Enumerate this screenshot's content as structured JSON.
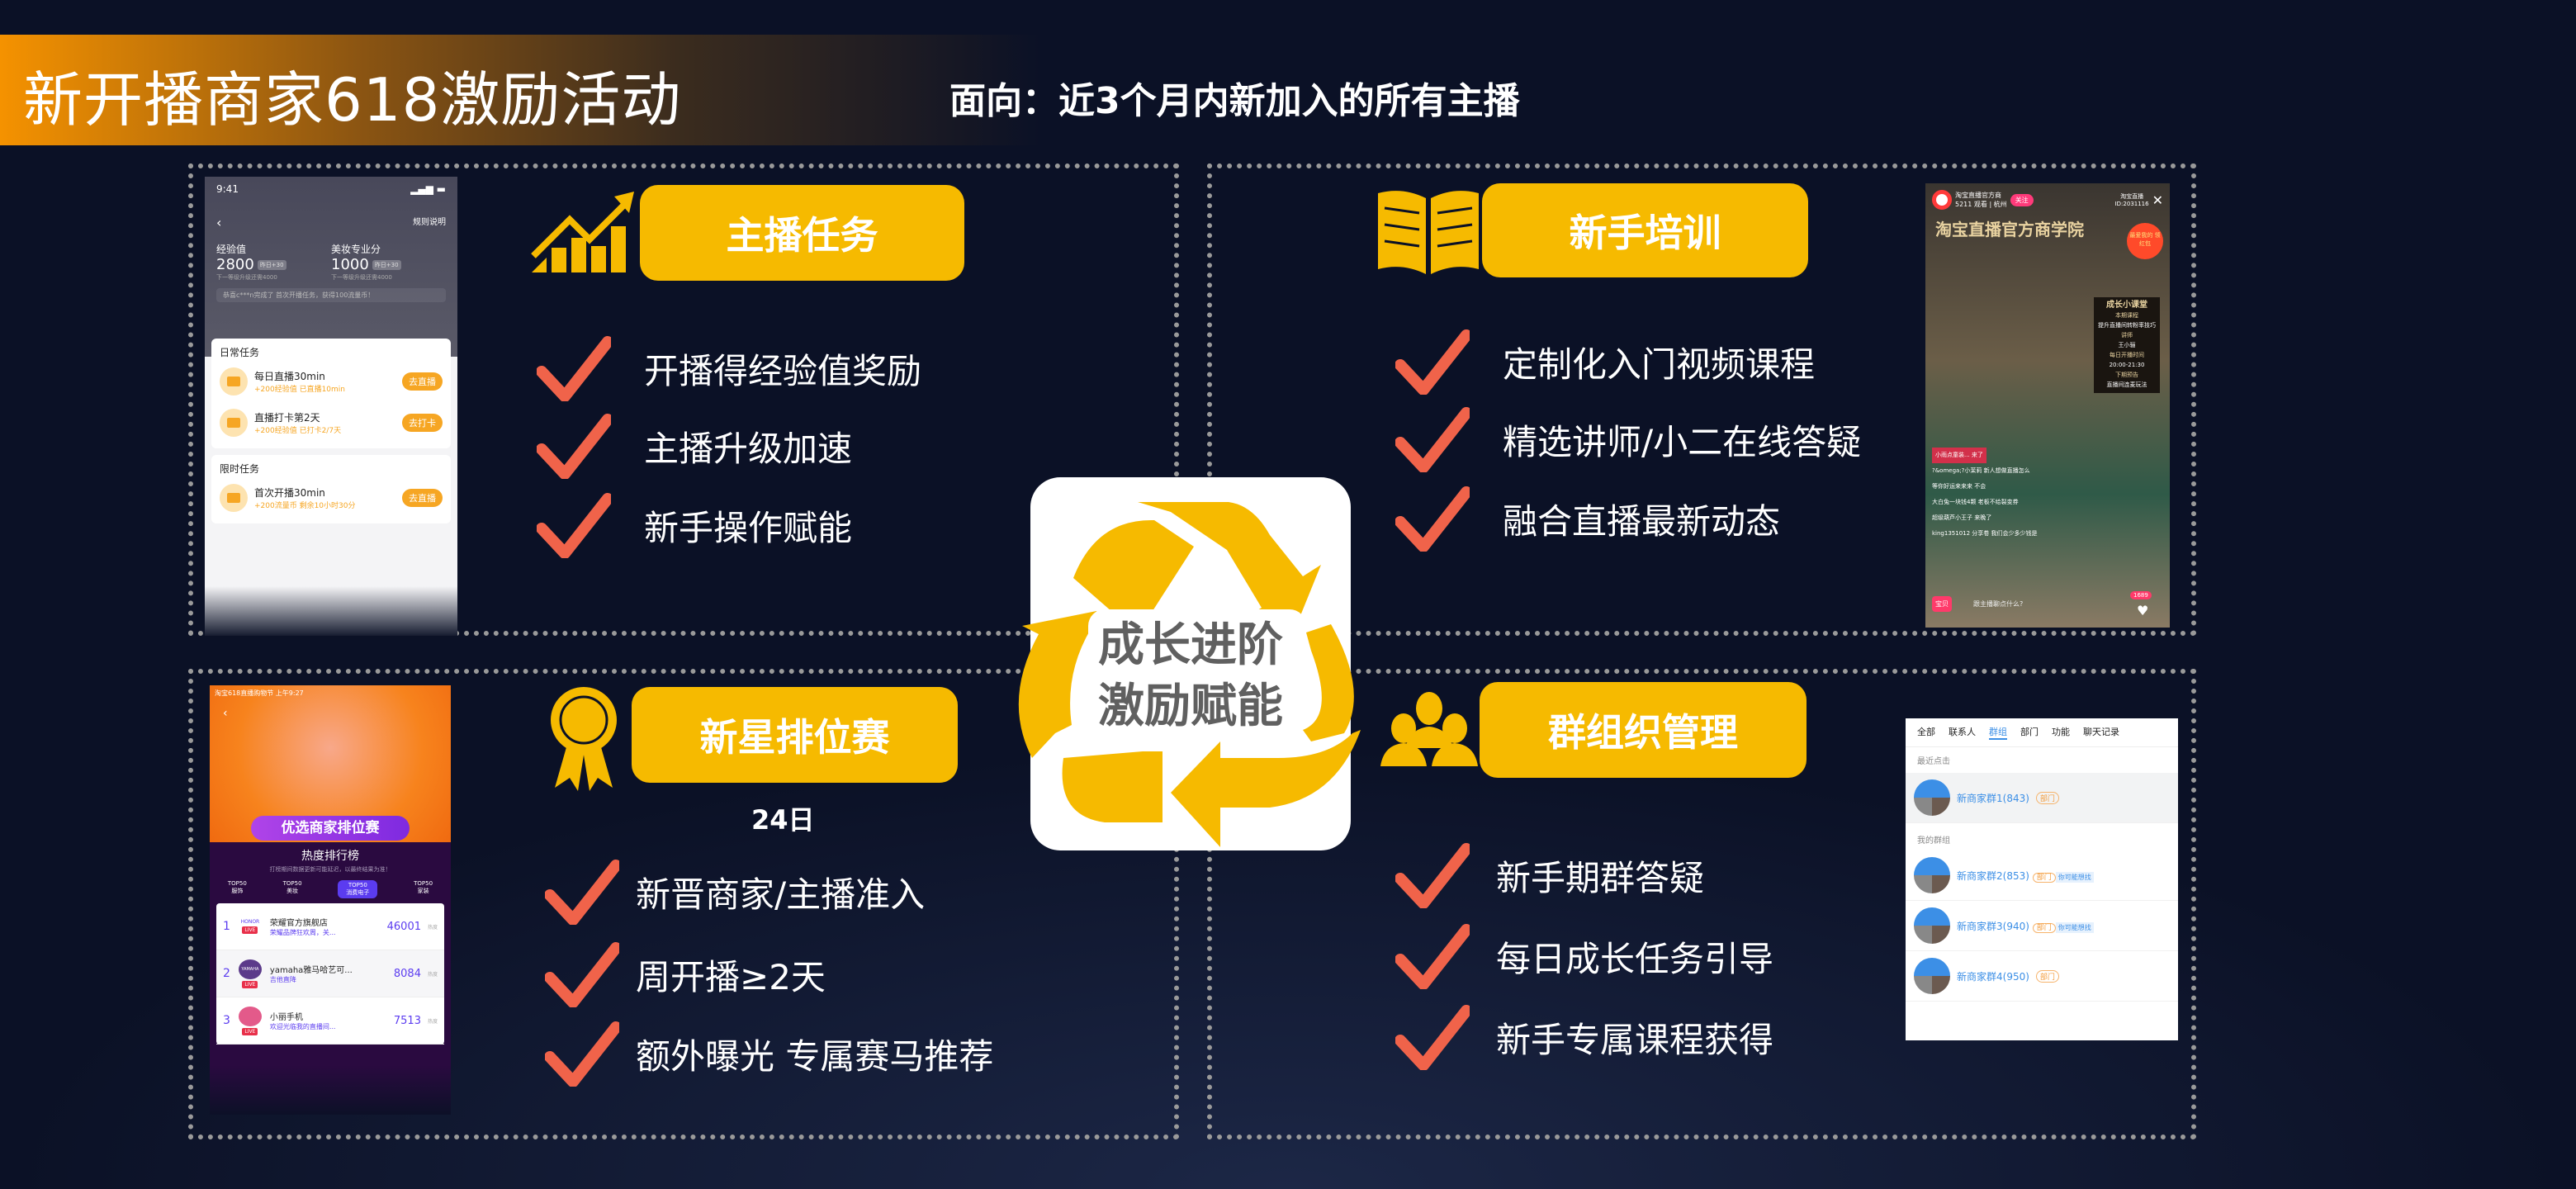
{
  "header": {
    "title": "新开播商家618激励活动",
    "subtitle": "面向：近3个月内新加入的所有主播"
  },
  "colors": {
    "background": "#0b1126",
    "accent": "#f6ba00",
    "check": "#f0634a",
    "banner_start": "#f59200"
  },
  "center": {
    "line1": "成长进阶",
    "line2": "激励赋能",
    "icon": "recycle-arrows-icon"
  },
  "sections": {
    "anchor_tasks": {
      "label": "主播任务",
      "icon": "growth-chart-icon",
      "items": [
        "开播得经验值奖励",
        "主播升级加速",
        "新手操作赋能"
      ]
    },
    "training": {
      "label": "新手培训",
      "icon": "open-book-icon",
      "items": [
        "定制化入门视频课程",
        "精选讲师/小二在线答疑",
        "融合直播最新动态"
      ]
    },
    "ranking": {
      "label": "新星排位赛",
      "icon": "medal-icon",
      "note": "24日",
      "items": [
        "新晋商家/主播准入",
        "周开播≥2天",
        "额外曝光 专属赛马推荐"
      ]
    },
    "groups": {
      "label": "群组织管理",
      "icon": "group-icon",
      "items": [
        "新手期群答疑",
        "每日成长任务引导",
        "新手专属课程获得"
      ]
    }
  },
  "phone_tasks": {
    "time": "9:41",
    "rules": "规则说明",
    "exp_label": "经验值",
    "exp_value": "2800",
    "exp_delta": "昨日+30",
    "exp_next": "下一等级升级还需4000",
    "beauty_label": "美妆专业分",
    "beauty_value": "1000",
    "beauty_delta": "昨日+30",
    "beauty_next": "下一等级升级还需4000",
    "notice": "恭喜c***n完成了 首次开播任务，获得100流量币！",
    "daily_title": "日常任务",
    "daily": [
      {
        "name": "每日直播30min",
        "desc": "+200经验值  已直播10min",
        "button": "去直播"
      },
      {
        "name": "直播打卡第2天",
        "desc": "+200经验值  已打卡2/7天",
        "button": "去打卡"
      }
    ],
    "limited_title": "限时任务",
    "limited": [
      {
        "name": "首次开播30min",
        "desc": "+200流量币  剩余10小时30分",
        "button": "去直播"
      }
    ]
  },
  "phone_live": {
    "account": "淘宝直播官方商",
    "viewers": "5211 观看 | 杭州",
    "follow": "关注",
    "brand": "淘宝直播",
    "id": "ID:2031116",
    "banner": "淘宝直播官方商学院",
    "redpacket": "最爱我的 领红包",
    "board_title": "成长小课堂",
    "course_label": "本期课程",
    "course": "提升直播间转粉率技巧",
    "teacher_label": "讲师",
    "teacher": "王小骊",
    "time_label": "每日开播时间",
    "time": "20:00-21:30",
    "next_label": "下期预告",
    "next": "直播间连麦玩法",
    "comments": [
      "小雨点童装... 来了",
      "?&omega;?小茉莉 新人想做直播怎么",
      "等你好运来来来 不会",
      "大白兔一块钱4颗 老板不给裂变券",
      "超级葫芦小王子 来晚了",
      "king1351012 分享卷 我们会少多少钱是"
    ],
    "chat_placeholder": "跟主播聊点什么?",
    "shop": "宝贝",
    "likes": "1689"
  },
  "phone_rank": {
    "status": "淘宝618直播购物节 上午9:27",
    "banner": "优选商家排位赛",
    "board": "热度排行榜",
    "note": "打榜期间数据更新可能延迟，以最终结果为准！",
    "tabs": [
      {
        "top": "TOP50",
        "name": "服饰"
      },
      {
        "top": "TOP50",
        "name": "美妆"
      },
      {
        "top": "TOP50",
        "name": "消费电子"
      },
      {
        "top": "TOP50",
        "name": "家装"
      }
    ],
    "heat": "热度",
    "rows": [
      {
        "rank": "1",
        "logo": "HONOR",
        "name": "荣耀官方旗舰店",
        "desc": "荣耀品牌狂欢周，关...",
        "score": "46001"
      },
      {
        "rank": "2",
        "logo": "YAMAHA",
        "name": "yamaha雅马哈艺可...",
        "desc": "吉他直降",
        "score": "8084"
      },
      {
        "rank": "3",
        "logo": "",
        "name": "小丽手机",
        "desc": "欢迎光临我的直播间...",
        "score": "7513"
      }
    ],
    "live": "LIVE"
  },
  "group_panel": {
    "tabs": [
      "全部",
      "联系人",
      "群组",
      "部门",
      "功能",
      "聊天记录"
    ],
    "recent": "最近点击",
    "mine": "我的群组",
    "dept": "部门",
    "maybe": "你可能想找",
    "recent_groups": [
      "新商家群1(843)"
    ],
    "my_groups": [
      "新商家群2(853)",
      "新商家群3(940)",
      "新商家群4(950)"
    ]
  }
}
